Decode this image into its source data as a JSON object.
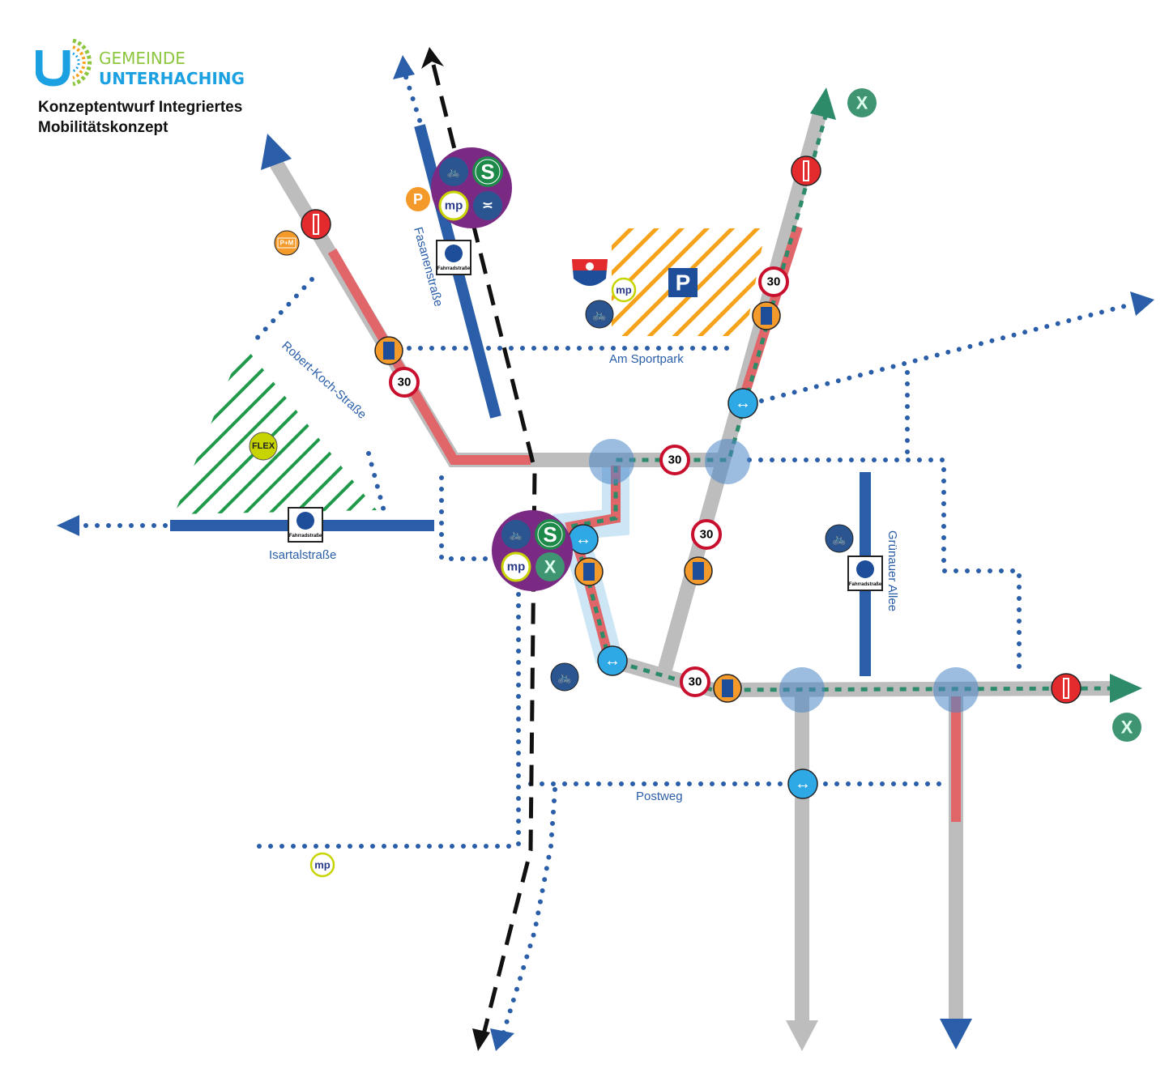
{
  "header": {
    "logo_line1": "GEMEINDE",
    "logo_line2": "UNTERHACHING",
    "title_line1": "Konzeptentwurf Integriertes",
    "title_line2": "Mobilitätskonzept"
  },
  "streets": {
    "fasanen": "Fasanenstraße",
    "robert_koch": "Robert-Koch-Straße",
    "isartal": "Isartalstraße",
    "am_sportpark": "Am Sportpark",
    "gruenauer": "Grünauer Allee",
    "postweg": "Postweg"
  },
  "signs": {
    "fahrradstrasse": "Fahrradstraße",
    "speed_limit": "30",
    "s_bahn": "S",
    "express_bus": "X",
    "parking": "P",
    "park_and_ride": "P+M",
    "flex": "FLEX",
    "mvg_rad": "mp"
  },
  "colors": {
    "road": "#bdbdbd",
    "bike_lane": "#e0666a",
    "dotted_path": "#2a5ea8",
    "bike_street": "#2a5ea8",
    "hub": "#7b2a83",
    "express": "#2e8b6a",
    "parking_zone": "#f7a21b",
    "flex_zone": "#1e9a4a"
  }
}
